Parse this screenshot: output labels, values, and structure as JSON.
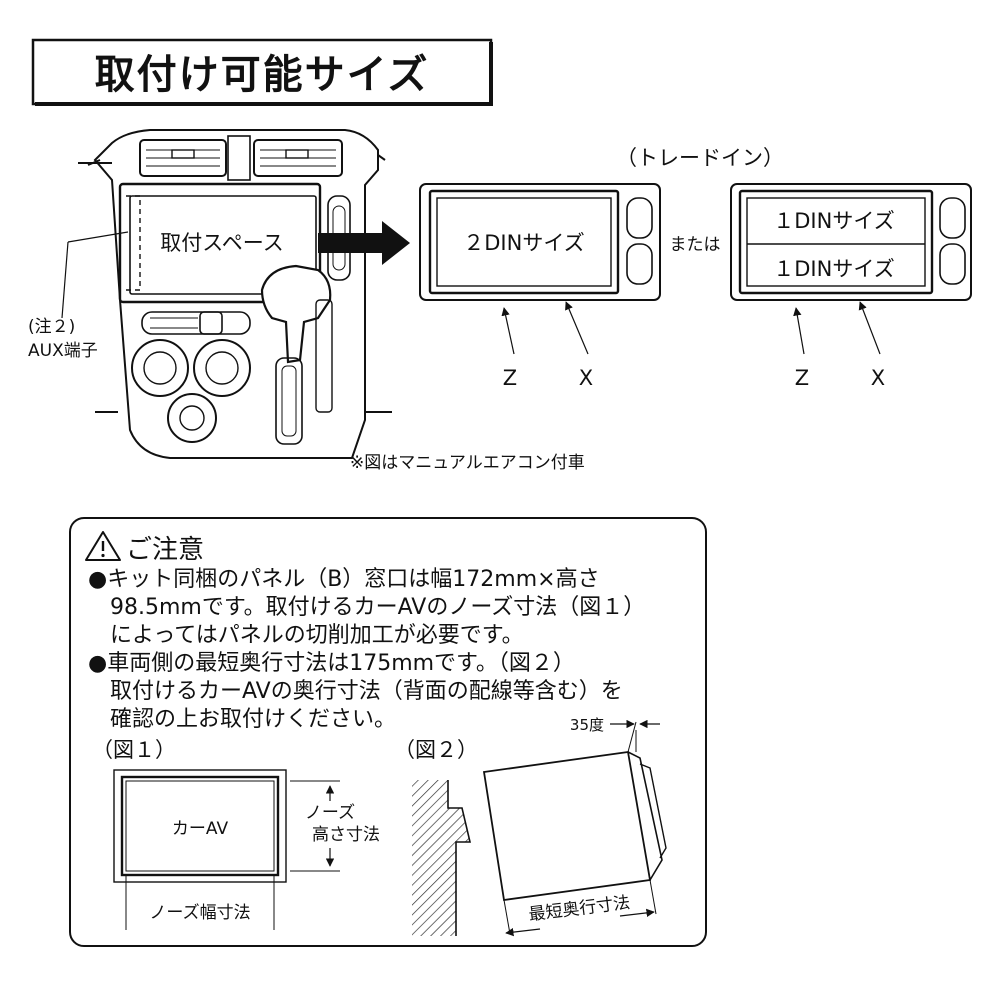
{
  "title": "取付け可能サイズ",
  "dash": {
    "install_space": "取付スペース",
    "note_number": "(注２)",
    "aux_label": "AUX端子"
  },
  "trade_in": "（トレードイン）",
  "option_2din": {
    "size_label": "２DINサイズ",
    "z": "Z",
    "x": "X"
  },
  "or_text": "または",
  "option_1din": {
    "top_label": "１DINサイズ",
    "bottom_label": "１DINサイズ",
    "z": "Z",
    "x": "X"
  },
  "manual_ac_note": "※図はマニュアルエアコン付車",
  "caution": {
    "heading": "ご注意",
    "lines": [
      "●キット同梱のパネル（B）窓口は幅172mm×高さ",
      "　98.5mmです。取付けるカーAVのノーズ寸法（図１）",
      "　によってはパネルの切削加工が必要です。",
      "●車両側の最短奥行寸法は175mmです。（図２）",
      "　取付けるカーAVの奥行寸法（背面の配線等含む）を",
      "　確認の上お取付けください。"
    ],
    "fig1": {
      "label": "（図１）",
      "car_av": "カーAV",
      "nose_height_1": "ノーズ",
      "nose_height_2": "高さ寸法",
      "nose_width": "ノーズ幅寸法"
    },
    "fig2": {
      "label": "（図２）",
      "angle": "35度",
      "min_depth": "最短奥行寸法"
    }
  }
}
